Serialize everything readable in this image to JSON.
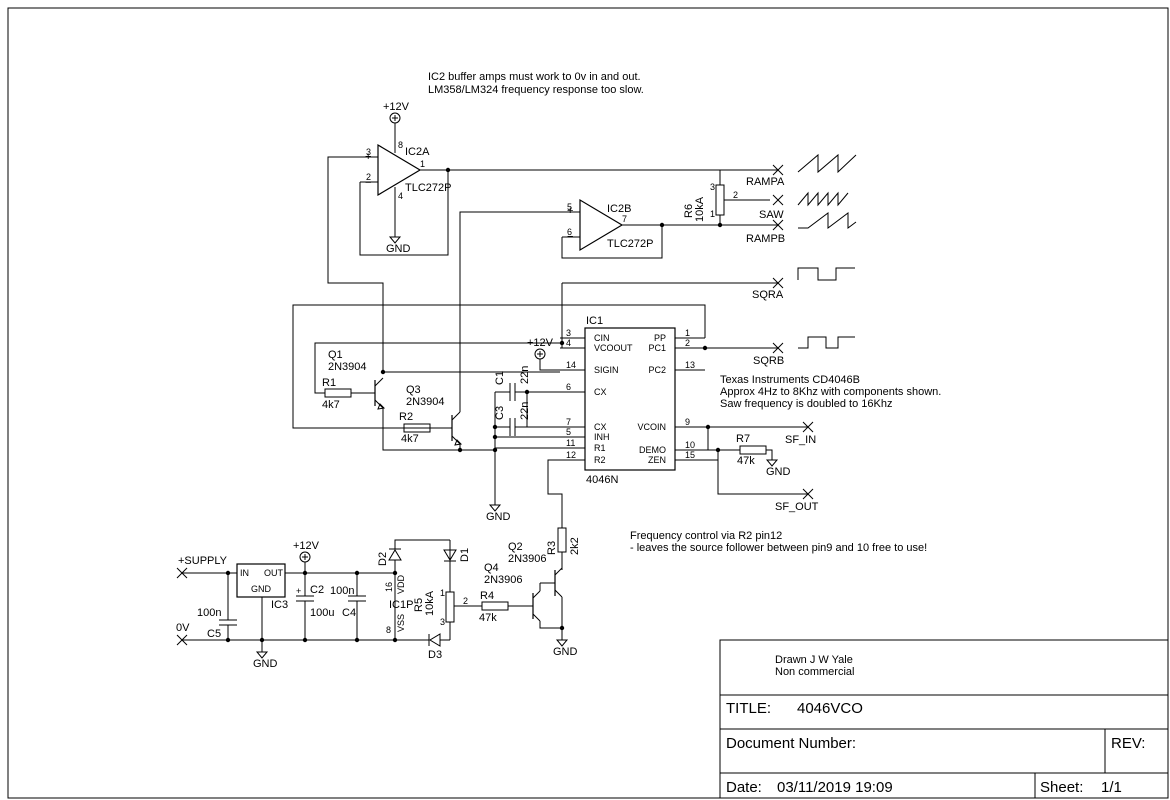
{
  "notes": {
    "buffer_line1": "IC2 buffer amps must work to 0v in and out.",
    "buffer_line2": "LM358/LM324 frequency response too slow.",
    "ti_line1": "Texas Instruments CD4046B",
    "ti_line2": "Approx 4Hz to 8Khz with components shown.",
    "ti_line3": "Saw frequency is doubled to 16Khz",
    "freq_line1": "Frequency control via R2 pin12",
    "freq_line2": "-  leaves the source follower between pin9 and 10 free to use!"
  },
  "power": {
    "v12": "+12V",
    "gnd": "GND",
    "supply": "+SUPPLY",
    "zero": "0V"
  },
  "ic2a": {
    "ref": "IC2A",
    "part": "TLC272P",
    "pins": [
      "3",
      "2",
      "1",
      "8",
      "4"
    ]
  },
  "ic2b": {
    "ref": "IC2B",
    "part": "TLC272P",
    "pins": [
      "5",
      "6",
      "7"
    ]
  },
  "r6": {
    "ref": "R6",
    "value": "10kA",
    "pins": [
      "3",
      "2",
      "1"
    ]
  },
  "outputs": {
    "rampa": "RAMPA",
    "saw": "SAW",
    "rampb": "RAMPB",
    "sqra": "SQRA",
    "sqrb": "SQRB",
    "sf_in": "SF_IN",
    "sf_out": "SF_OUT"
  },
  "ic1": {
    "ref": "IC1",
    "part": "4046N",
    "left_pins": [
      {
        "num": "3",
        "name": "CIN"
      },
      {
        "num": "4",
        "name": "VCOOUT"
      },
      {
        "num": "14",
        "name": "SIGIN"
      },
      {
        "num": "6",
        "name": "CX"
      },
      {
        "num": "7",
        "name": "CX"
      },
      {
        "num": "5",
        "name": "INH"
      },
      {
        "num": "11",
        "name": "R1"
      },
      {
        "num": "12",
        "name": "R2"
      }
    ],
    "right_pins": [
      {
        "num": "1",
        "name": "PP"
      },
      {
        "num": "2",
        "name": "PC1"
      },
      {
        "num": "13",
        "name": "PC2"
      },
      {
        "num": "9",
        "name": "VCOIN"
      },
      {
        "num": "10",
        "name": "DEMO"
      },
      {
        "num": "15",
        "name": "ZEN"
      }
    ]
  },
  "q1": {
    "ref": "Q1",
    "part": "2N3904"
  },
  "q3": {
    "ref": "Q3",
    "part": "2N3904"
  },
  "q2": {
    "ref": "Q2",
    "part": "2N3906"
  },
  "q4": {
    "ref": "Q4",
    "part": "2N3906"
  },
  "r1": {
    "ref": "R1",
    "value": "4k7"
  },
  "r2": {
    "ref": "R2",
    "value": "4k7"
  },
  "r3": {
    "ref": "R3",
    "value": "2k2"
  },
  "r4": {
    "ref": "R4",
    "value": "47k"
  },
  "r5": {
    "ref": "R5",
    "value": "10kA",
    "pins": [
      "1",
      "2",
      "3"
    ]
  },
  "r7": {
    "ref": "R7",
    "value": "47k"
  },
  "c1": {
    "ref": "C1",
    "value": "22n"
  },
  "c3": {
    "ref": "C3",
    "value": "22n"
  },
  "c2": {
    "ref": "C2",
    "value": "100u"
  },
  "c4": {
    "ref": "C4",
    "value": "100n"
  },
  "c5": {
    "ref": "C5",
    "value": "100n"
  },
  "d1": {
    "ref": "D1"
  },
  "d2": {
    "ref": "D2"
  },
  "d3": {
    "ref": "D3"
  },
  "ic3": {
    "ref": "IC3",
    "in": "IN",
    "out": "OUT",
    "gnd": "GND"
  },
  "ic1p": {
    "ref": "IC1P",
    "pin_vdd": "16",
    "pin_vss": "8",
    "vdd": "VDD",
    "vss": "VSS"
  },
  "title_block": {
    "drawn": "Drawn J W Yale",
    "license": "Non commercial",
    "title_label": "TITLE:",
    "title_value": "4046VCO",
    "doc_label": "Document Number:",
    "rev_label": "REV:",
    "date_label": "Date:",
    "date_value": "03/11/2019 19:09",
    "sheet_label": "Sheet:",
    "sheet_value": "1/1"
  }
}
